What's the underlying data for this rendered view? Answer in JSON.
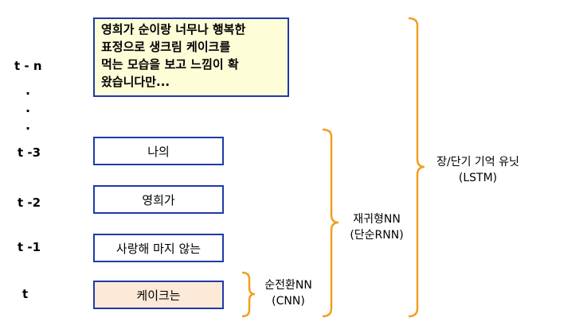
{
  "timesteps": {
    "tn": "t - n",
    "dot": ".",
    "t3": "t -3",
    "t2": "t -2",
    "t1": "t -1",
    "t0": "t"
  },
  "boxes": {
    "big_text": "영희가 순이랑 너무나 행복한\n표정으로 생크림 케이크를\n먹는 모습을 보고 느낌이 확\n왔습니다만...",
    "b3": "나의",
    "b2": "영희가",
    "b1": "사랑해 마지 않는",
    "b0": "케이크는"
  },
  "brackets": {
    "cnn_line1": "순전환NN",
    "cnn_line2": "(CNN)",
    "rnn_line1": "재귀형NN",
    "rnn_line2": "(단순RNN)",
    "lstm_line1": "장/단기 기억 유닛",
    "lstm_line2": "(LSTM)"
  },
  "colors": {
    "box_border": "#1f3aa8",
    "big_box_fill": "#fdfdd8",
    "highlight_fill": "#fde9d8",
    "bracket": "#f0a020"
  }
}
